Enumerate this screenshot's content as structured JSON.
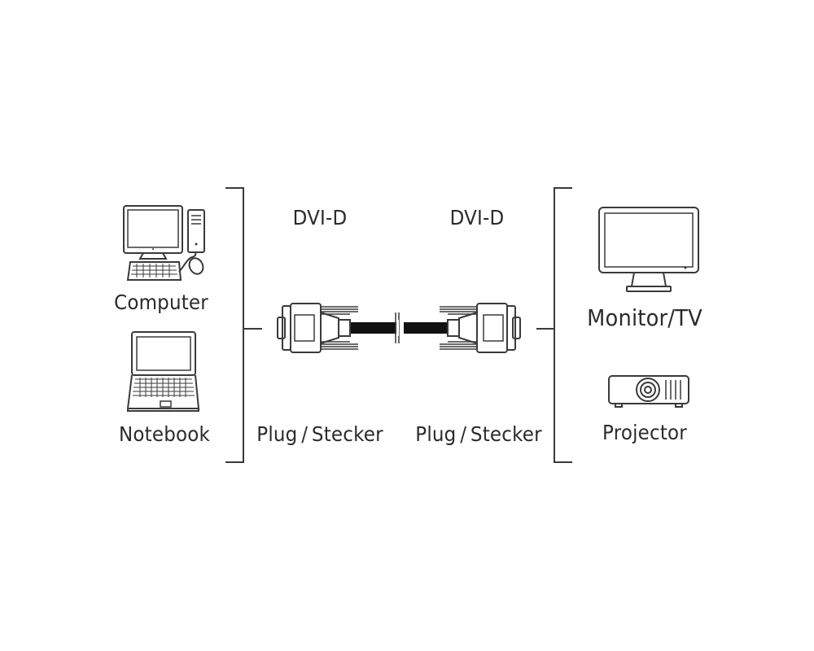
{
  "sources": {
    "computer": "Computer",
    "notebook": "Notebook"
  },
  "cable": {
    "left_type": "DVI-D",
    "right_type": "DVI-D",
    "left_connector": "Plug / Stecker",
    "right_connector": "Plug / Stecker"
  },
  "destinations": {
    "monitor": "Monitor/TV",
    "projector": "Projector"
  },
  "icons": [
    "computer-icon",
    "notebook-icon",
    "dvi-plug-icon",
    "monitor-icon",
    "projector-icon"
  ],
  "colors": {
    "line": "#3a3a3a",
    "text": "#2b2b2b",
    "cable": "#111111"
  }
}
